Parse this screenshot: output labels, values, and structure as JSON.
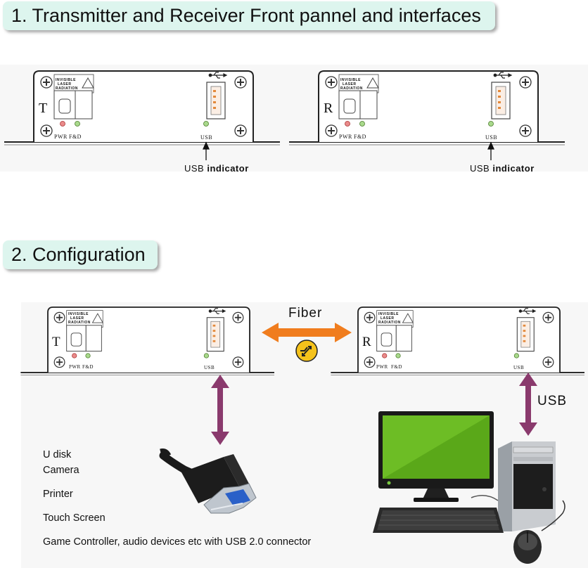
{
  "section1": {
    "title": "1.  Transmitter and Receiver Front pannel and interfaces"
  },
  "section2": {
    "title": "2. Configuration"
  },
  "devices": {
    "transmitter_letter": "T",
    "receiver_letter": "R",
    "laser_warning": [
      "INVISIBLE",
      "LASER",
      "RADIATION"
    ],
    "pwr_label": "PWR",
    "fd_label": "F&D",
    "usb_port_label": "USB"
  },
  "indicator_label": {
    "prefix": "USB",
    "suffix": "indicator"
  },
  "fiber_label": "Fiber",
  "usb_link_label": "USB",
  "device_list": [
    "U disk",
    "Camera",
    "Printer",
    "Touch Screen",
    "Game Controller, audio devices etc with USB 2.0 connector"
  ],
  "colors": {
    "heading_bg": "#ddf5ee",
    "fiber_arrow": "#f07d1e",
    "usb_arrow": "#8a3a6d",
    "monitor_screen": "#6dbd25"
  }
}
